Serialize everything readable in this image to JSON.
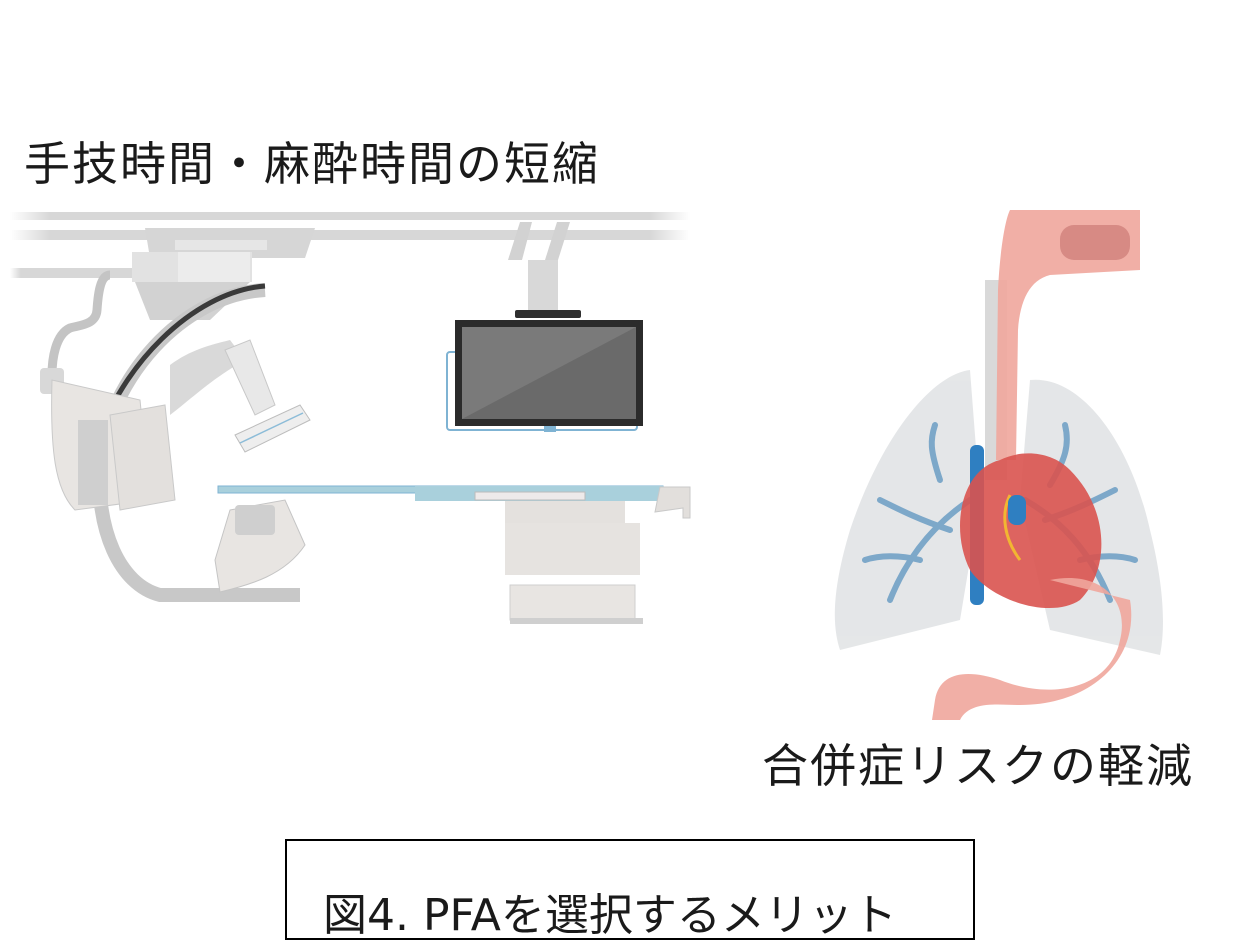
{
  "figure": {
    "caption": "図4. PFAを選択するメリット",
    "caption_prefix": "図",
    "caption_number": "4. PFA",
    "caption_suffix": "を選択するメリット"
  },
  "panels": [
    {
      "label": "手技時間・麻酔時間の短縮",
      "illustration": "angiography-suite-c-arm-monitor-table"
    },
    {
      "label": "合併症リスクの軽減",
      "illustration": "thoracic-anatomy-esophagus-heart-lungs-stomach"
    }
  ],
  "colors": {
    "equipment_gray": "#d6d6d6",
    "equipment_light": "#ebe8e6",
    "monitor_dark": "#2b2b2b",
    "monitor_screen": "#787878",
    "accent_blue": "#7fb3d3",
    "table_blue": "#a9d0dc",
    "lung_gray": "#e2e4e6",
    "vessel_blue": "#6f9fc4",
    "esophagus_pink": "#efa69c",
    "heart_red": "#d9534f",
    "vein_blue": "#2f7fc1"
  }
}
